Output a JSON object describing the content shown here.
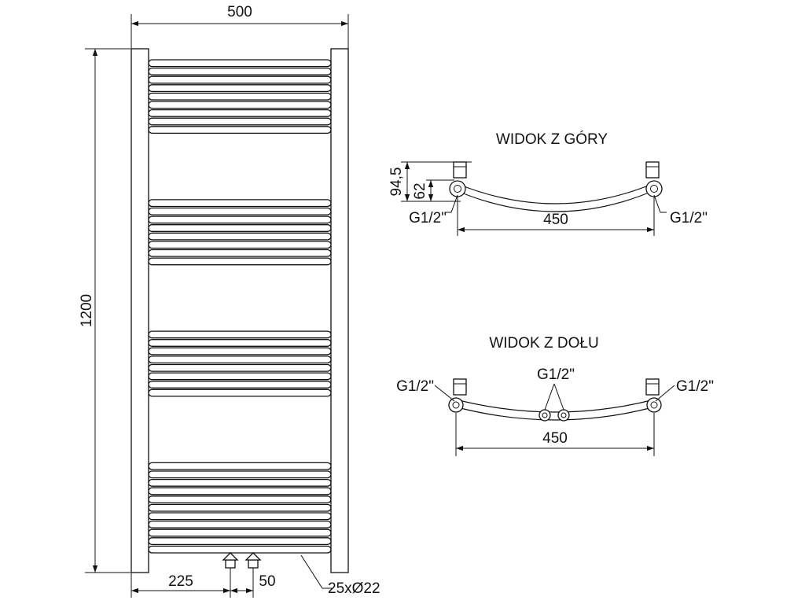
{
  "front_view": {
    "width_label": "500",
    "height_label": "1200",
    "offset_label": "225",
    "spacing_label": "50",
    "tubes_label": "25xØ22",
    "bar_groups": [
      9,
      8,
      8,
      11
    ]
  },
  "top_view": {
    "title": "WIDOK Z GÓRY",
    "depth_label": "94,5",
    "center_label": "62",
    "span_label": "450",
    "left_connection": "G1/2\"",
    "right_connection": "G1/2\""
  },
  "bottom_view": {
    "title": "WIDOK Z DOŁU",
    "span_label": "450",
    "left_connection": "G1/2\"",
    "center_connection": "G1/2\"",
    "right_connection": "G1/2\""
  }
}
